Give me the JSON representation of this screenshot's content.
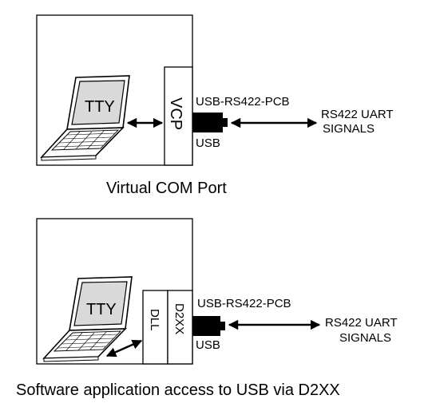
{
  "panel_vcp": {
    "screen_label": "TTY",
    "driver_label": "VCP",
    "adapter_label": "USB-RS422-PCB",
    "port_label": "USB",
    "signal_line1": "RS422 UART",
    "signal_line2": "SIGNALS",
    "caption": "Virtual COM Port"
  },
  "panel_d2xx": {
    "screen_label": "TTY",
    "dll_label": "DLL",
    "driver_label": "D2XX",
    "adapter_label": "USB-RS422-PCB",
    "port_label": "USB",
    "signal_line1": "RS422 UART",
    "signal_line2": "SIGNALS",
    "caption": "Software application access to USB via D2XX"
  },
  "icons": [
    "laptop-icon",
    "usb-connector-icon",
    "double-arrow-icon"
  ],
  "colors": {
    "stroke": "#000000",
    "laptop_screen": "#d9d9d9",
    "connector": "#000000"
  }
}
